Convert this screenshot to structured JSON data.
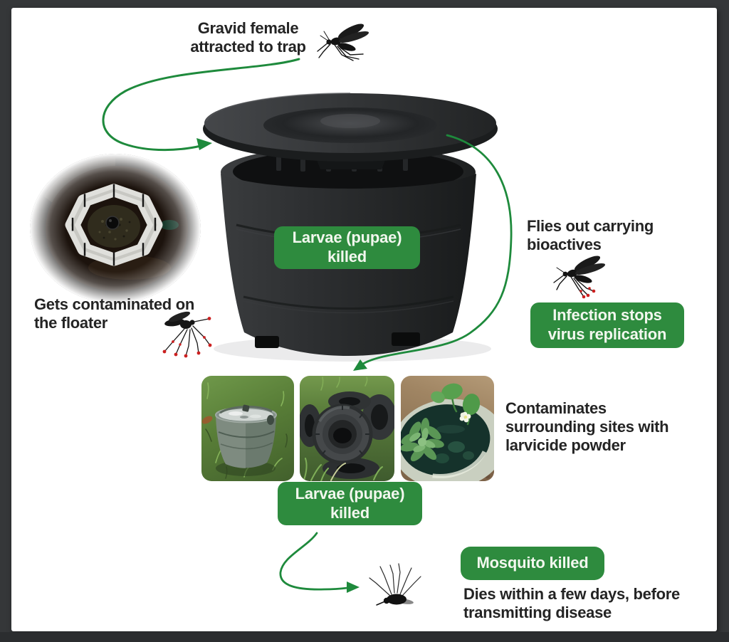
{
  "page": {
    "type": "infographic",
    "subject": "Mosquito trap mode of action"
  },
  "colors": {
    "badge_green": "#2e8b3e",
    "arrow_green": "#1e8a3c",
    "note_text": "#242424",
    "frame_bg": "#353739",
    "canvas_bg": "#ffffff",
    "contamination_red": "#cc2020"
  },
  "annotations": {
    "gravid": "Gravid female attracted to trap",
    "floater": "Gets contaminated on the floater",
    "flies_out": "Flies out carrying bioactives",
    "contaminates": "Contaminates surrounding sites with larvicide powder",
    "dies": "Dies within a few days, before transmitting disease"
  },
  "badges": {
    "larvae_top": "Larvae (pupae) killed",
    "infection": "Infection stops virus replication",
    "larvae_bottom": "Larvae (pupae) killed",
    "mosquito_killed": "Mosquito killed"
  },
  "photos": {
    "floater_closeup": "Close-up of floater with larvicide gauze inside trap",
    "bucket": "Bucket filled with water in grass",
    "tires": "Discarded tires breeding site",
    "plant_pot": "Container pond with water plants"
  },
  "icons": {
    "mosquito_top": "flying-mosquito-icon",
    "mosquito_contaminated": "contaminated-mosquito-icon",
    "mosquito_bioactives": "mosquito-carrying-bioactives-icon",
    "mosquito_dead": "dead-mosquito-icon"
  }
}
